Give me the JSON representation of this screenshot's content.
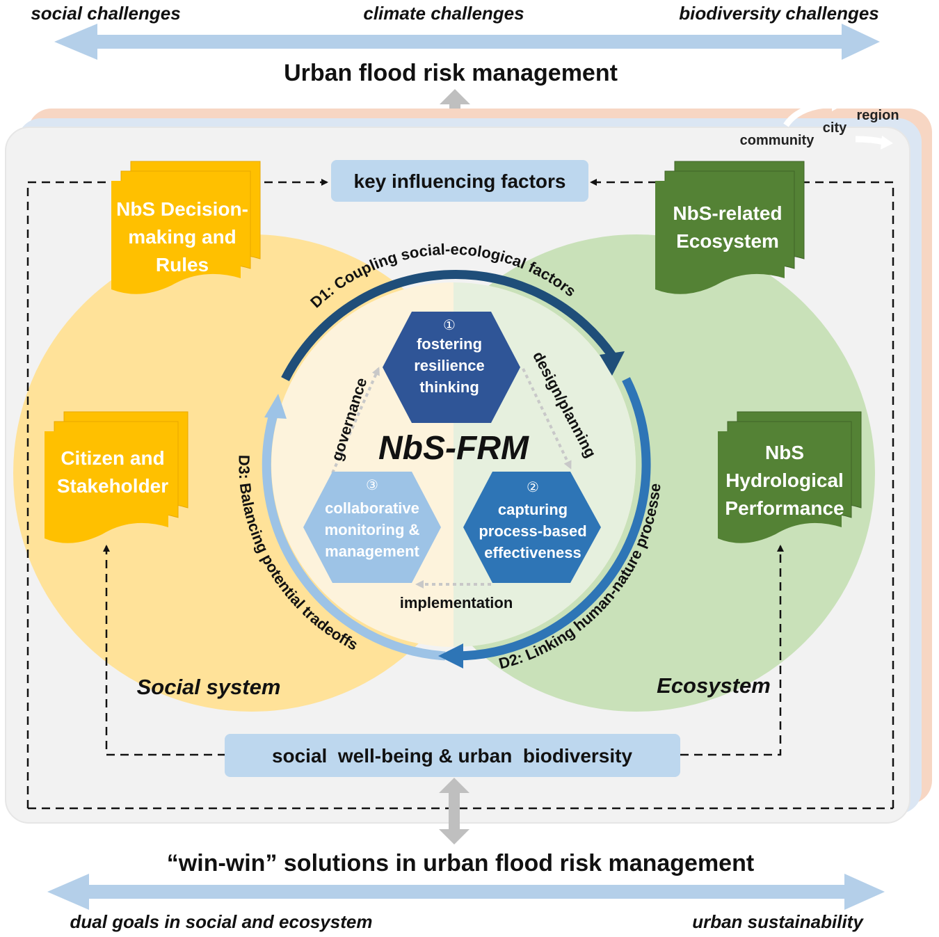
{
  "top": {
    "left": "social challenges",
    "center": "climate challenges",
    "right": "biodiversity challenges",
    "title": "Urban flood risk management"
  },
  "scales": {
    "region": "region",
    "city": "city",
    "community": "community"
  },
  "key_factors": "key influencing factors",
  "wellbeing": "social  well-being & urban  biodiversity",
  "docs": {
    "decision": [
      "NbS Decision-",
      "making and",
      "Rules"
    ],
    "ecosystem": [
      "NbS-related",
      "Ecosystem"
    ],
    "citizen": [
      "Citizen and",
      "Stakeholder"
    ],
    "hydro": [
      "NbS",
      "Hydrological",
      "Performance"
    ]
  },
  "systems": {
    "social": "Social system",
    "eco": "Ecosystem"
  },
  "center_title": "NbS-FRM",
  "hexagons": {
    "h1": {
      "num": "①",
      "lines": [
        "fostering",
        "resilience",
        "thinking"
      ]
    },
    "h2": {
      "num": "②",
      "lines": [
        "capturing",
        "process-based",
        "effectiveness"
      ]
    },
    "h3": {
      "num": "③",
      "lines": [
        "collaborative",
        "monitoring &",
        "management"
      ]
    }
  },
  "edges": {
    "design": "design/planning",
    "implementation": "implementation",
    "governance": "governance"
  },
  "arcs": {
    "d1": "D1: Coupling social-ecological factors",
    "d2": "D2: Linking human-nature processes",
    "d3": "D3: Balancing potential tradeoffs"
  },
  "bottom": {
    "title": "“win-win” solutions in urban flood risk management",
    "left": "dual goals in social and ecosystem",
    "right": "urban sustainability"
  },
  "colors": {
    "arrow_band": "#b4cfe9",
    "panel": "#f2f2f2",
    "panel_back_blue": "#dbe6f3",
    "panel_back_orange": "#f7d6c3",
    "label_box": "#bdd7ee",
    "social_circle": "#ffe299",
    "eco_circle": "#c5e0b4",
    "yellow_doc": "#ffc000",
    "green_doc": "#548235",
    "arc_dark": "#1f4e79",
    "arc_mid": "#2e75b6",
    "arc_light": "#9dc3e6",
    "hex1": "#2f5597",
    "hex2": "#2e75b6",
    "hex3": "#9dc3e6"
  }
}
